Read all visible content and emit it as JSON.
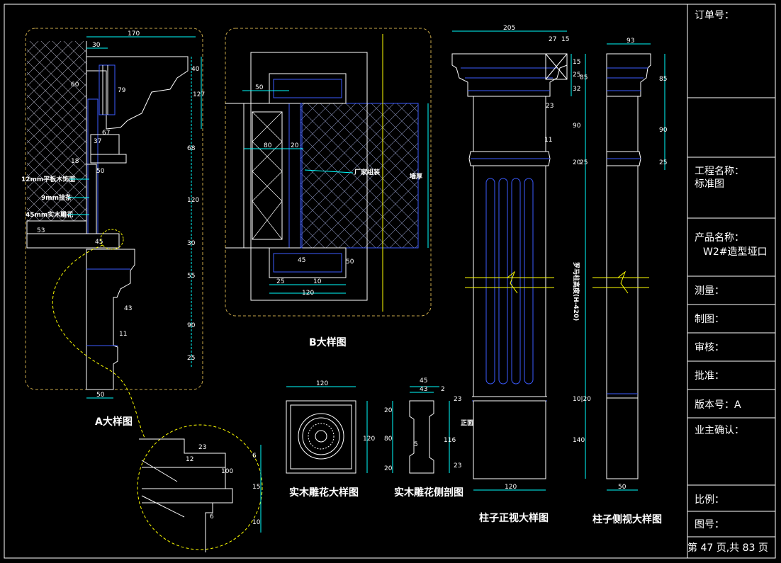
{
  "title_block": {
    "order_no": "订单号：",
    "project_name_label": "工程名称：",
    "project_name_value": "标准图",
    "product_name_label": "产品名称：",
    "product_name_value": "W2#造型垭口",
    "survey": "测量：",
    "drafter": "制图：",
    "reviewer": "审核：",
    "approver": "批准：",
    "version": "版本号：A",
    "owner_confirm": "业主确认：",
    "scale": "比例：",
    "drawing_no": "图号：",
    "page_info": "第 47 页,共 83 页"
  },
  "labels": {
    "detail_a": "A大样图",
    "detail_b": "B大样图",
    "carving_detail": "实木雕花大样图",
    "carving_section": "实木雕花侧剖图",
    "column_front": "柱子正视大样图",
    "column_side": "柱子侧视大样图"
  },
  "notes_a": {
    "n1": "12mm平板木饰面",
    "n2": "9mm挂条",
    "n3": "45mm实木雕花"
  },
  "notes_b": {
    "n1": "厂家组装",
    "n2": "墙厚"
  },
  "notes_col": {
    "n1": "罗马柱高度(H-420)",
    "n2": "正面"
  },
  "dims_a": {
    "top": "170",
    "top2": "30",
    "v40": "40",
    "v127": "127",
    "v60": "60",
    "v79": "79",
    "d67": "67",
    "d37": "37",
    "d18": "18",
    "d50": "50",
    "d53": "53",
    "d45": "45",
    "d68": "68",
    "d120": "120",
    "d30": "30",
    "d55": "55",
    "d43": "43",
    "d11": "11",
    "d90": "90",
    "d25": "25",
    "bottom": "50"
  },
  "dims_b": {
    "d50": "50",
    "d80": "80",
    "d20": "20",
    "d45": "45",
    "d50b": "50",
    "d25": "25",
    "d10": "10",
    "d120": "120"
  },
  "dims_col": {
    "top": "205",
    "t27": "27",
    "t15": "15",
    "v15": "15",
    "v25": "25",
    "v32": "32",
    "v85": "85",
    "d23": "23",
    "d11": "11",
    "v90": "90",
    "v20": "20",
    "v25b": "25",
    "v1020": "10|20",
    "v140": "140",
    "bottom": "120",
    "side_top": "93",
    "s85": "85",
    "s90": "90",
    "s25": "25",
    "side_bottom": "50"
  },
  "dims_carving": {
    "top": "120",
    "right": "120",
    "c45": "45",
    "c43": "43",
    "c2": "2",
    "c20": "20",
    "c80": "80",
    "c20b": "20",
    "c5": "5",
    "c116": "116",
    "c23": "23",
    "c23b": "23"
  },
  "dims_circle": {
    "d23": "23",
    "d12": "12",
    "d100": "100",
    "d6": "6",
    "d15": "15",
    "d10": "10",
    "d6b": "6"
  },
  "colors": {
    "bg": "#000000",
    "line": "#ffffff",
    "cyan": "#00ffff",
    "blue": "#3b5bff",
    "yellow": "#ffff00",
    "frame": "#c8a84a"
  }
}
